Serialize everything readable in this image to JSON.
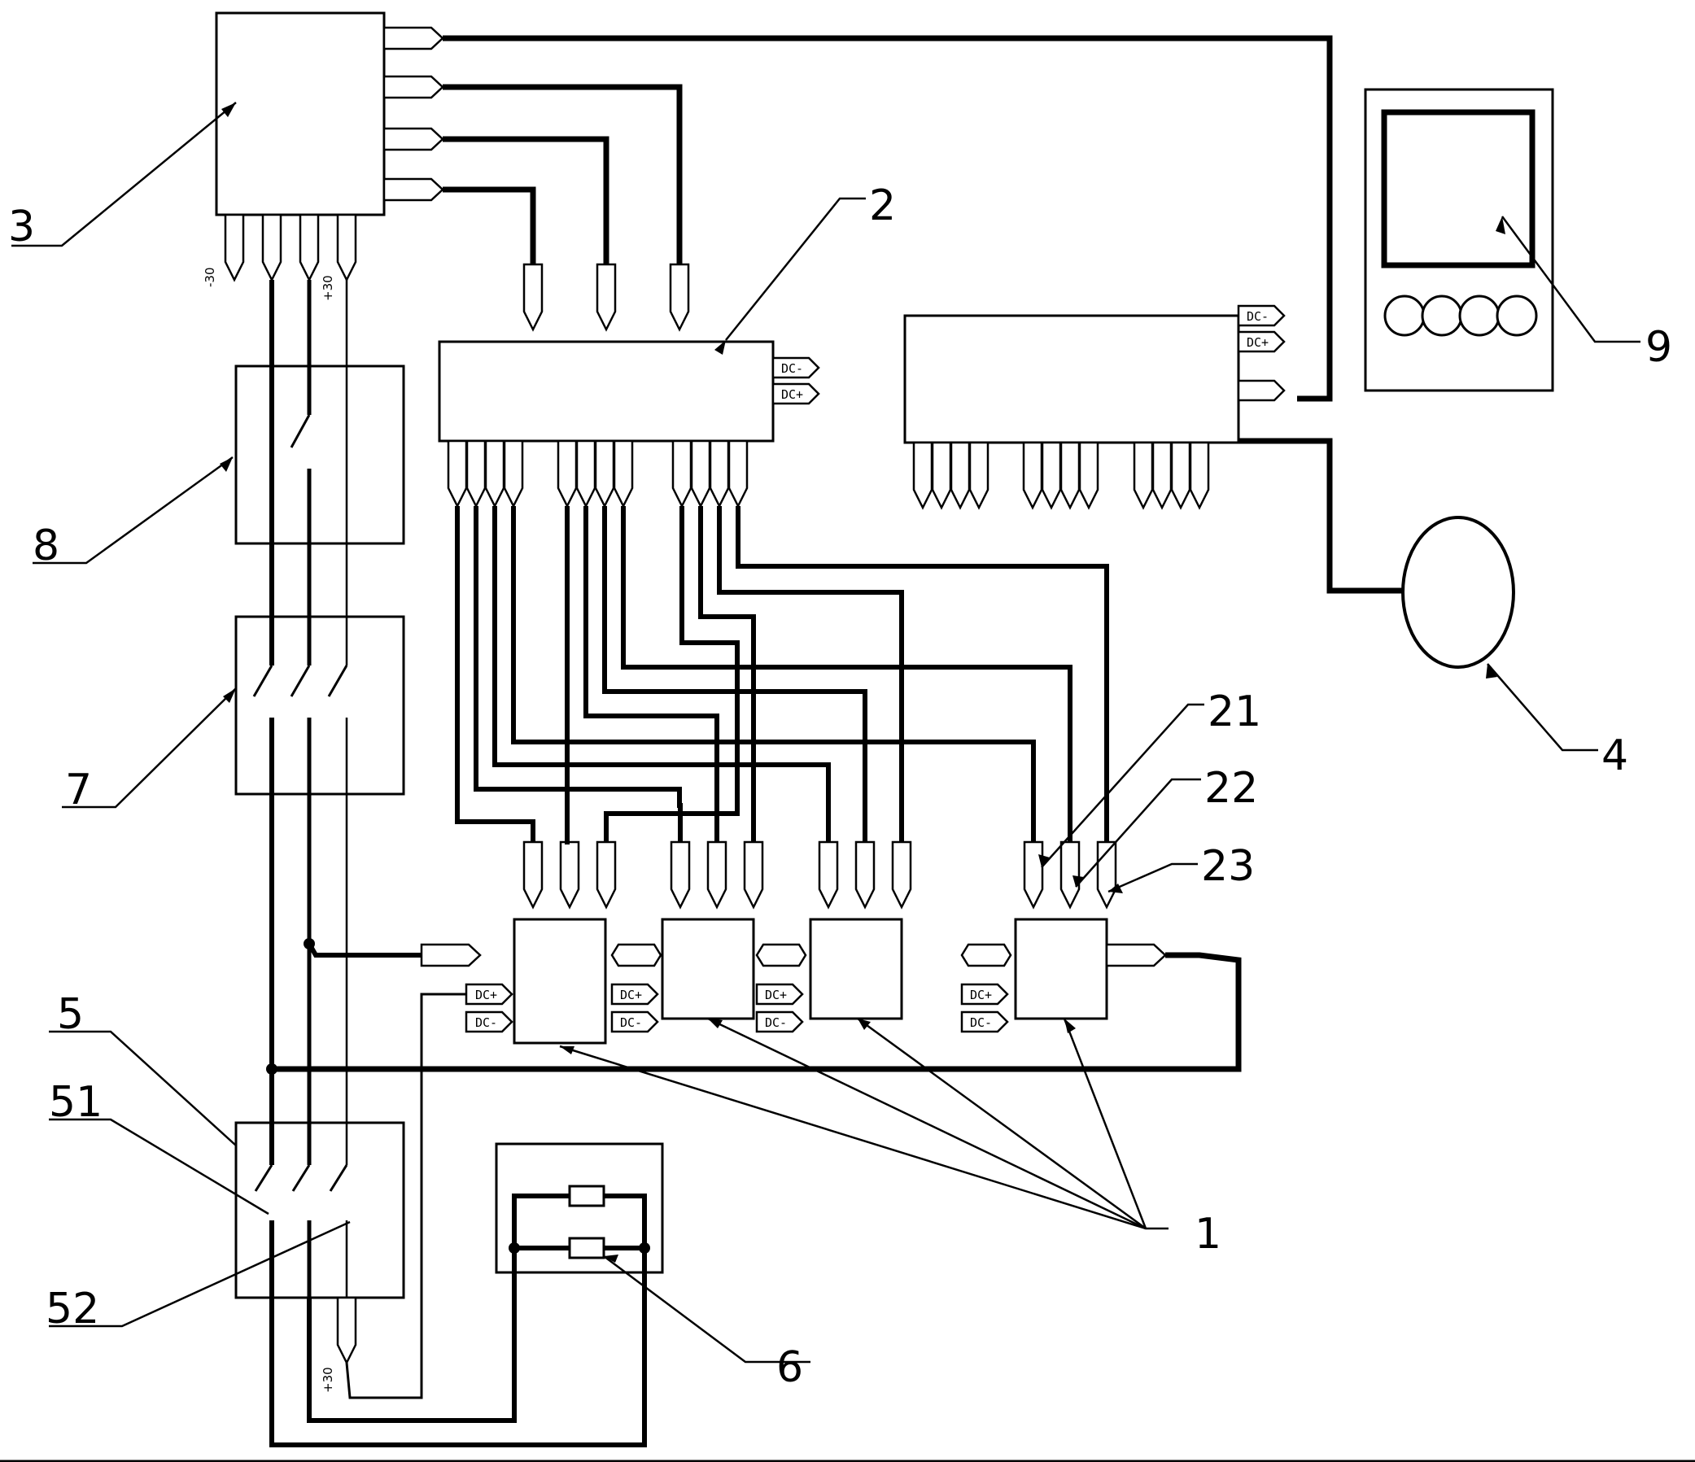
{
  "labels": {
    "ref_1": "1",
    "ref_2": "2",
    "ref_3": "3",
    "ref_4": "4",
    "ref_5": "5",
    "ref_51": "51",
    "ref_52": "52",
    "ref_6": "6",
    "ref_7": "7",
    "ref_8": "8",
    "ref_9": "9",
    "ref_21": "21",
    "ref_22": "22",
    "ref_23": "23"
  },
  "pins": {
    "dc_minus": "DC-",
    "dc_plus": "DC+",
    "minus_30": "-30",
    "plus_30": "+30"
  },
  "colors": {
    "line": "#000000",
    "background": "#ffffff"
  }
}
